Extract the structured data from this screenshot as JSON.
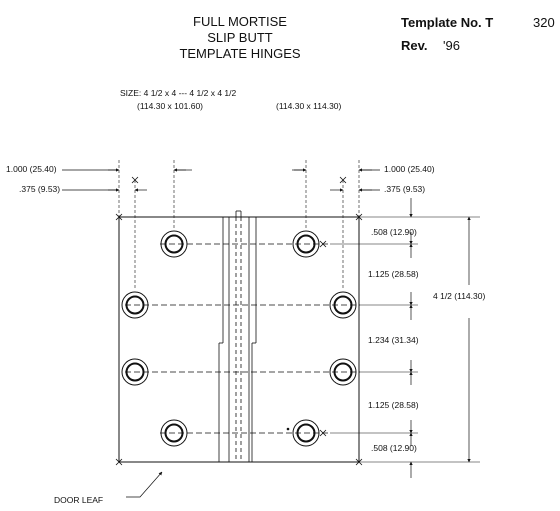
{
  "title": {
    "line1": "FULL MORTISE",
    "line2": "SLIP BUTT",
    "line3": "TEMPLATE HINGES"
  },
  "template": {
    "label": "Template No. T",
    "number": "320",
    "rev_label": "Rev.",
    "rev_value": "'96"
  },
  "size": {
    "label": "SIZE:  4 1/2 x 4 --- 4 1/2 x 4 1/2",
    "metric_a": "(114.30 x 101.60)",
    "metric_b": "(114.30 x 114.30)"
  },
  "dimensions": {
    "left_top": "1.000 (25.40)",
    "left_second": ".375 (9.53)",
    "right_top": "1.000 (25.40)",
    "right_second": ".375 (9.53)",
    "edge_top": ".508 (12.90)",
    "spacing_1": "1.125 (28.58)",
    "spacing_2": "1.234 (31.34)",
    "spacing_3": "1.125 (28.58)",
    "edge_bottom": ".508 (12.90)",
    "overall_height": "4 1/2 (114.30)"
  },
  "callout": {
    "door_leaf": "DOOR LEAF"
  }
}
